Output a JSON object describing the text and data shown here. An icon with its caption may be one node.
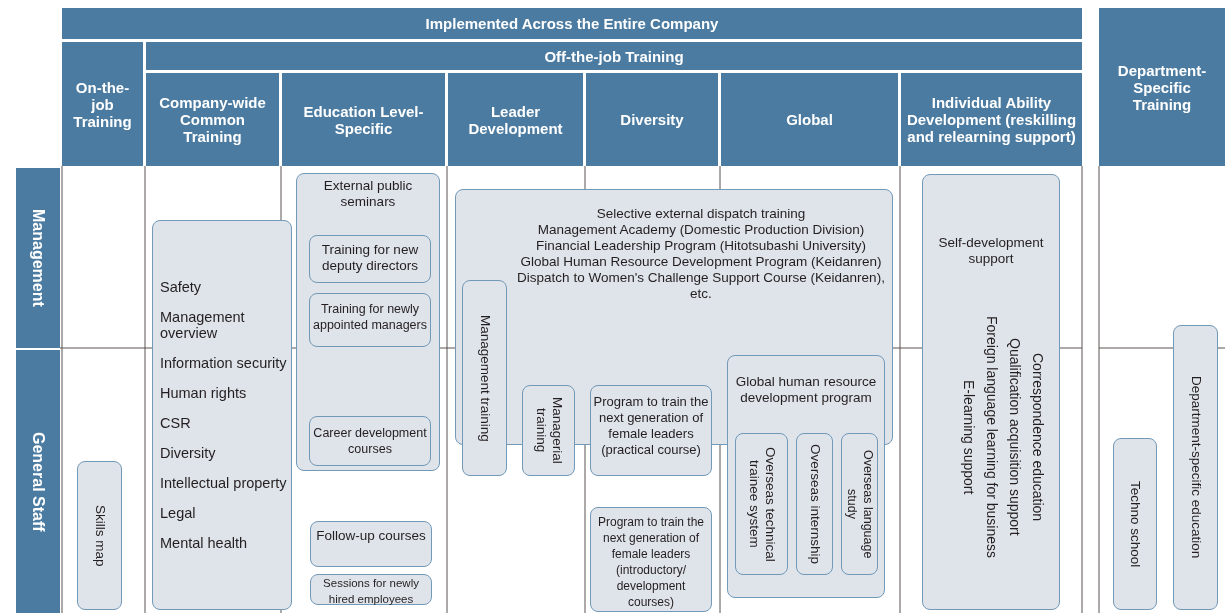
{
  "diagram": {
    "nodes": [
      {
        "text": [
          "Implemented Across the Entire Company"
        ]
      },
      {
        "text": [
          "Off-the-job Training"
        ]
      },
      {
        "text": [
          "On-the-job Training"
        ]
      },
      {
        "text": [
          "Company-wide Common Training"
        ]
      },
      {
        "text": [
          "Education Level-Specific"
        ]
      },
      {
        "text": [
          "Leader Development"
        ]
      },
      {
        "text": [
          "Diversity"
        ]
      },
      {
        "text": [
          "Global"
        ]
      },
      {
        "text": [
          "Individual Ability Development (reskilling and relearning support)"
        ]
      },
      {
        "text": [
          "Department-Specific Training"
        ]
      },
      {
        "text": [
          "Management"
        ]
      },
      {
        "text": [
          "General Staff"
        ]
      },
      {
        "text": [
          "Skills map"
        ]
      },
      {
        "text": [
          "Safety",
          "Management overview",
          "Information security",
          "Human rights",
          "CSR",
          "Diversity",
          "Intellectual property",
          "Legal",
          "Mental health"
        ]
      },
      {
        "text": [
          "External public seminars"
        ]
      },
      {
        "text": [
          "Training for new deputy directors"
        ],
        "in": 14
      },
      {
        "text": [
          "Training for newly appointed managers"
        ],
        "in": 14
      },
      {
        "text": [
          "Career development courses"
        ],
        "in": 14
      },
      {
        "text": [
          "Follow-up courses"
        ]
      },
      {
        "text": [
          "Sessions for newly hired employees"
        ]
      },
      {
        "text": [
          "Selective external dispatch training",
          "Management Academy (Domestic Production Division)",
          "Financial Leadership Program (Hitotsubashi University)",
          "Global Human Resource Development Program (Keidanren)",
          "Dispatch to Women's Challenge Support Course (Keidanren), etc."
        ]
      },
      {
        "text": [
          "Management training"
        ]
      },
      {
        "text": [
          "Managerial training"
        ]
      },
      {
        "text": [
          "Program to train the next generation of female leaders (practical course)"
        ]
      },
      {
        "text": [
          "Global human resource development program"
        ]
      },
      {
        "text": [
          "Overseas technical trainee system"
        ],
        "in": 24
      },
      {
        "text": [
          "Overseas internship"
        ],
        "in": 24
      },
      {
        "text": [
          "Overseas language study"
        ],
        "in": 24
      },
      {
        "text": [
          "Program to train the next generation of female leaders (introductory/ development courses)"
        ]
      },
      {
        "text": [
          "Self-development support",
          "Correspondence education",
          "Qualification acquisition support",
          "Foreign language learning for business",
          "E-learning support"
        ]
      },
      {
        "text": [
          "Techno school"
        ]
      },
      {
        "text": [
          "Department-specific education"
        ]
      }
    ]
  }
}
